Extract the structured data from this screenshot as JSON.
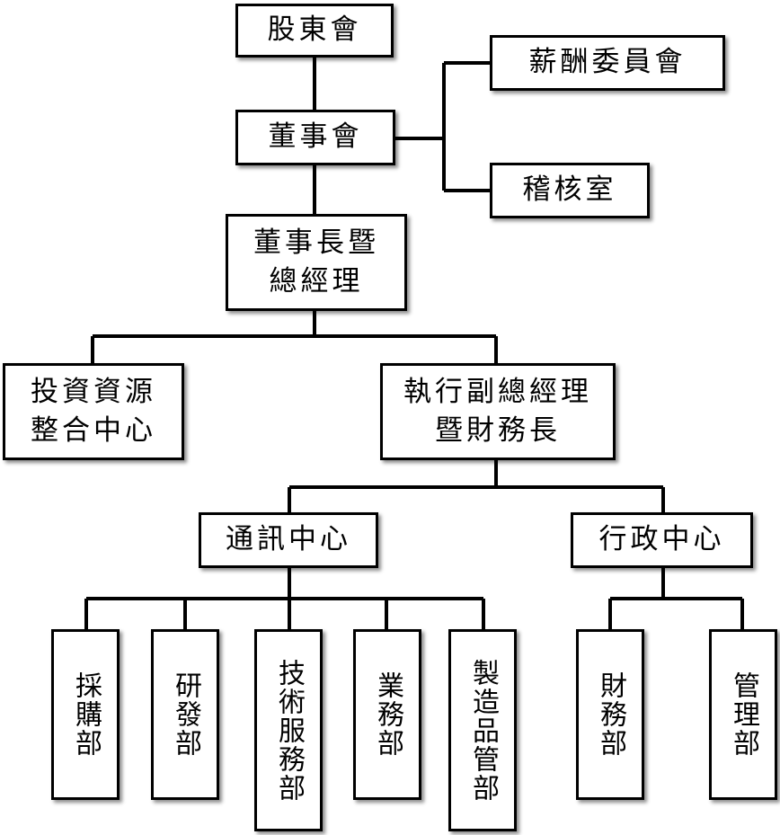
{
  "org_chart": {
    "shareholders": "股東會",
    "board": "董事會",
    "compensation_committee": "薪酬委員會",
    "audit_office": "稽核室",
    "chairman_gm": [
      "董事長暨",
      "總經理"
    ],
    "investment_center": [
      "投資資源",
      "整合中心"
    ],
    "evp_cfo": [
      "執行副總經理",
      "暨財務長"
    ],
    "communication_center": "通訊中心",
    "admin_center": "行政中心",
    "purchasing": "採購部",
    "rnd": "研發部",
    "tech_service": "技術服務部",
    "sales": "業務部",
    "qa": "製造品管部",
    "finance": "財務部",
    "management": "管理部"
  }
}
